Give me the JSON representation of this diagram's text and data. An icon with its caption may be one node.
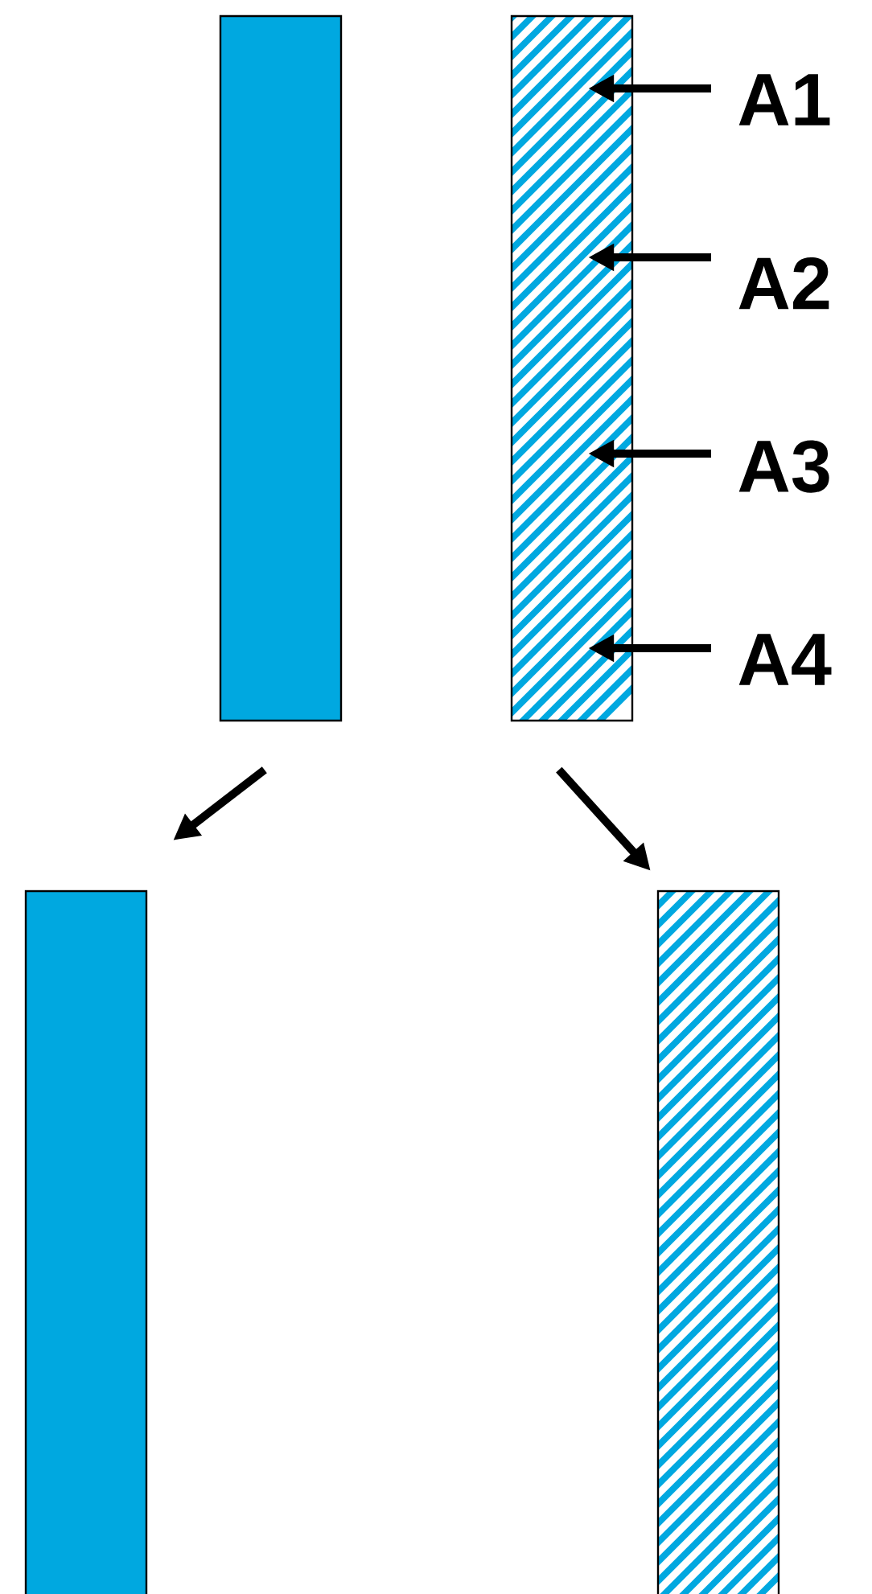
{
  "diagram": {
    "nodes": [
      {
        "text": [],
        "shape": "bar"
      },
      {
        "text": [],
        "shape": "bar"
      },
      {
        "text": [],
        "shape": "bar"
      },
      {
        "text": [],
        "shape": "bar"
      },
      {
        "text": [
          "A1"
        ]
      },
      {
        "text": [
          "A2"
        ]
      },
      {
        "text": [
          "A3"
        ]
      },
      {
        "text": [
          "A4"
        ]
      }
    ],
    "edges": [
      {
        "from": 0,
        "to": 2,
        "arrow": "to"
      },
      {
        "from": 1,
        "to": 3,
        "arrow": "to"
      },
      {
        "from": 4,
        "to": 1,
        "arrow": "to"
      },
      {
        "from": 5,
        "to": 1,
        "arrow": "to"
      },
      {
        "from": 6,
        "to": 1,
        "arrow": "to"
      },
      {
        "from": 7,
        "to": 1,
        "arrow": "to"
      }
    ]
  }
}
